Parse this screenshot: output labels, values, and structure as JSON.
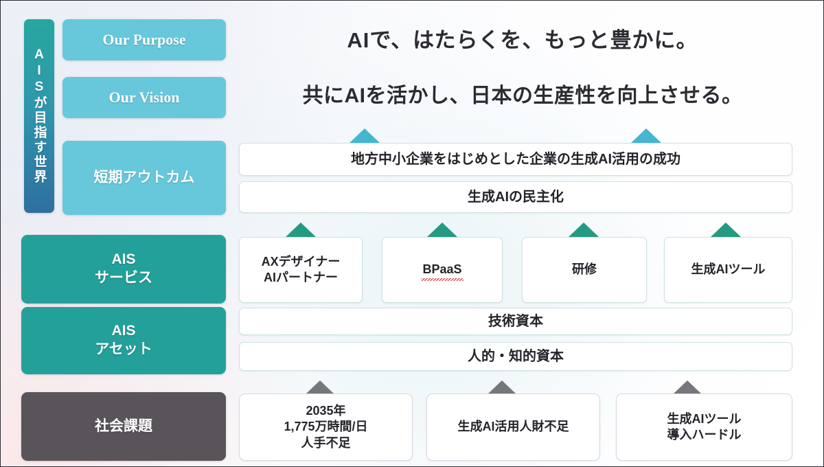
{
  "spine": {
    "label": "AISが目指す世界"
  },
  "left_column": {
    "purpose_label": "Our Purpose",
    "vision_label": "Our Vision",
    "outcome_label": "短期アウトカム",
    "service_line1": "AIS",
    "service_line2": "サービス",
    "asset_line1": "AIS",
    "asset_line2": "アセット",
    "social_label": "社会課題"
  },
  "headlines": {
    "purpose": "AIで、はたらくを、もっと豊かに。",
    "vision": "共にAIを活かし、日本の生産性を向上させる。"
  },
  "outcomes": [
    {
      "text": "地方中小企業をはじめとした企業の生成AI活用の成功"
    },
    {
      "text": "生成AIの民主化"
    }
  ],
  "services": [
    {
      "line1": "AXデザイナー",
      "line2": "AIパートナー"
    },
    {
      "line1": "BPaaS",
      "line2": ""
    },
    {
      "line1": "研修",
      "line2": ""
    },
    {
      "line1": "生成AIツール",
      "line2": ""
    }
  ],
  "assets": [
    {
      "text": "技術資本"
    },
    {
      "text": "人的・知的資本"
    }
  ],
  "social_issues": [
    {
      "line1": "2035年",
      "line2": "1,775万時間/日",
      "line3": "人手不足"
    },
    {
      "line1": "生成AI活用人財不足",
      "line2": "",
      "line3": ""
    },
    {
      "line1": "生成AIツール",
      "line2": "導入ハードル",
      "line3": ""
    }
  ],
  "colors": {
    "cyan": "#67c8dc",
    "teal": "#23a09a",
    "gray": "#58545a",
    "arrow_cyan": "#45b6cf",
    "arrow_green": "#259a83",
    "arrow_gray": "#76777d",
    "spine_gradient_start": "#27a79f",
    "spine_gradient_end": "#2f6fa0",
    "text_dark": "#2b2b31"
  }
}
